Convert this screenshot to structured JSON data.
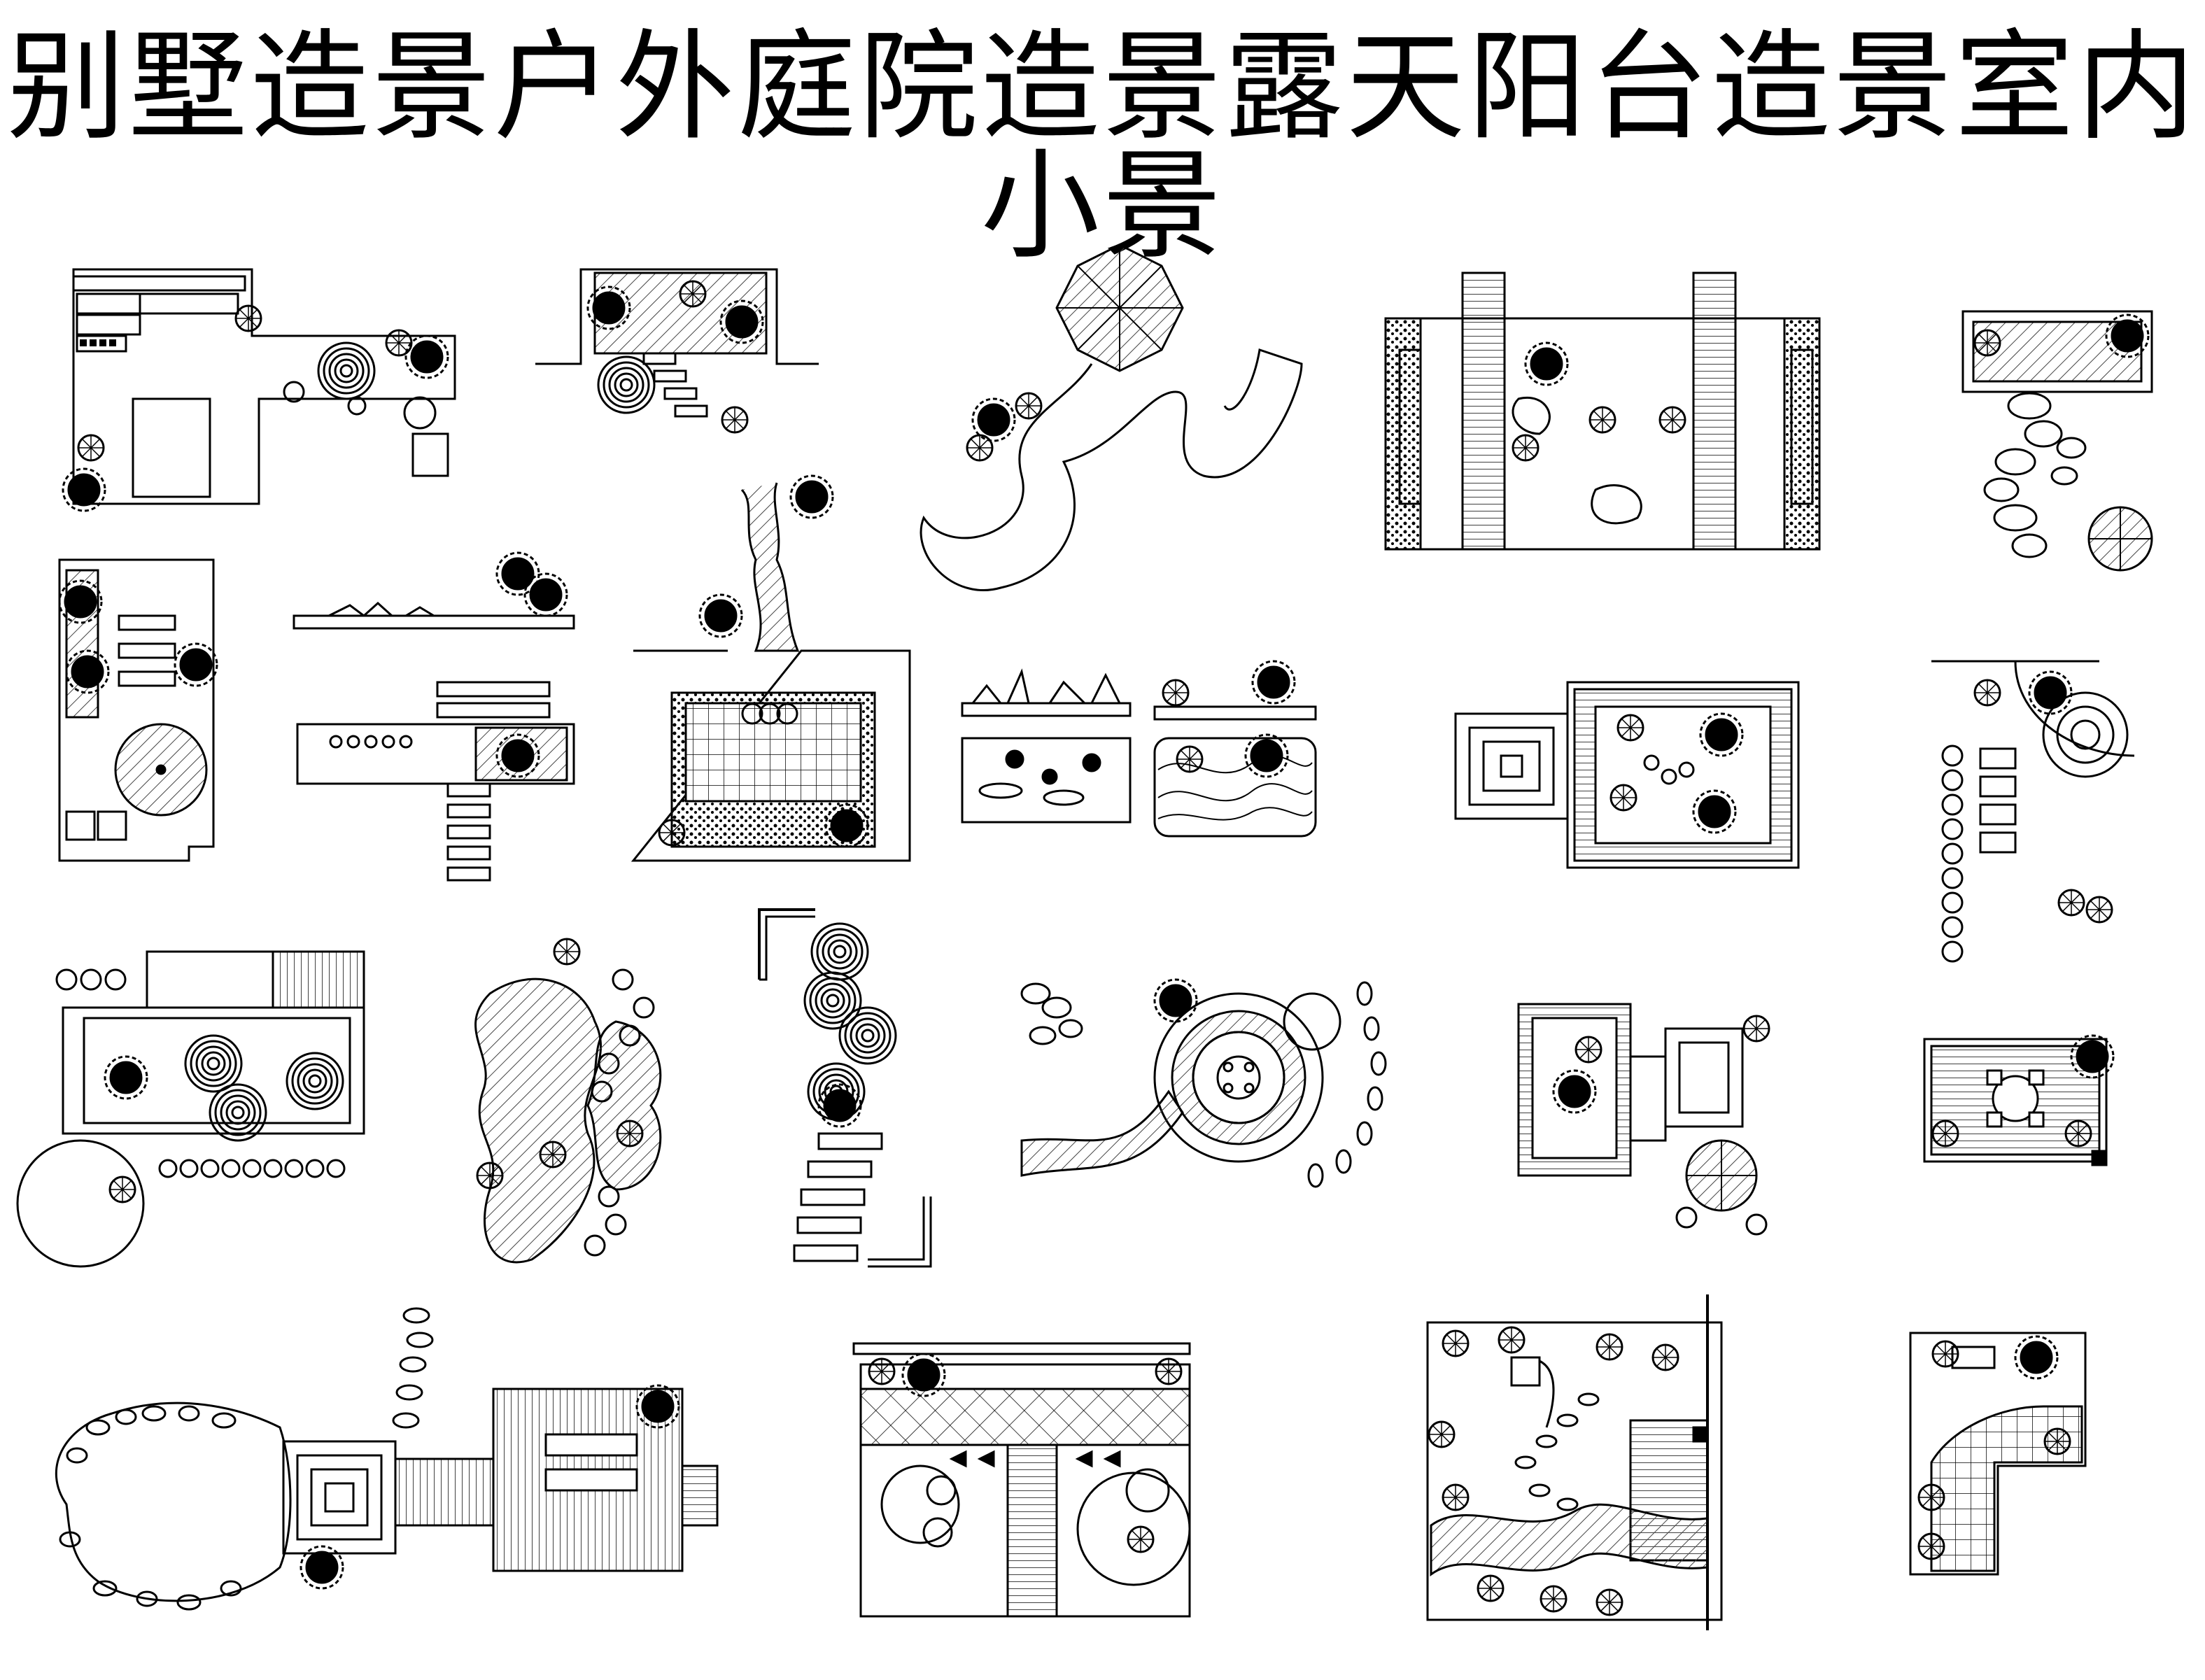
{
  "title": "别墅造景户外庭院造景露天阳台造景室内小景",
  "colors": {
    "ink": "#000000",
    "paper": "#ffffff",
    "hatch": "#444444"
  },
  "plans": [
    "garden-plan-terrace-steps",
    "garden-plan-rockery-stairs",
    "garden-plan-pavilion-path",
    "garden-plan-courtyard-hedges",
    "garden-plan-balcony-stepping",
    "garden-plan-narrow-yard",
    "garden-plan-shelf-elevation",
    "garden-plan-pond-grid",
    "garden-plan-rock-elevations",
    "garden-plan-square-fountain",
    "garden-plan-circle-corner",
    "garden-plan-deck-circles",
    "garden-plan-free-pond",
    "garden-plan-stepped-circles",
    "garden-plan-round-plaza",
    "garden-plan-deck-umbrella",
    "garden-plan-balcony-table",
    "garden-plan-oval-pond-deck",
    "garden-plan-lawn-entry",
    "garden-plan-backyard-river",
    "garden-plan-l-shaped"
  ]
}
